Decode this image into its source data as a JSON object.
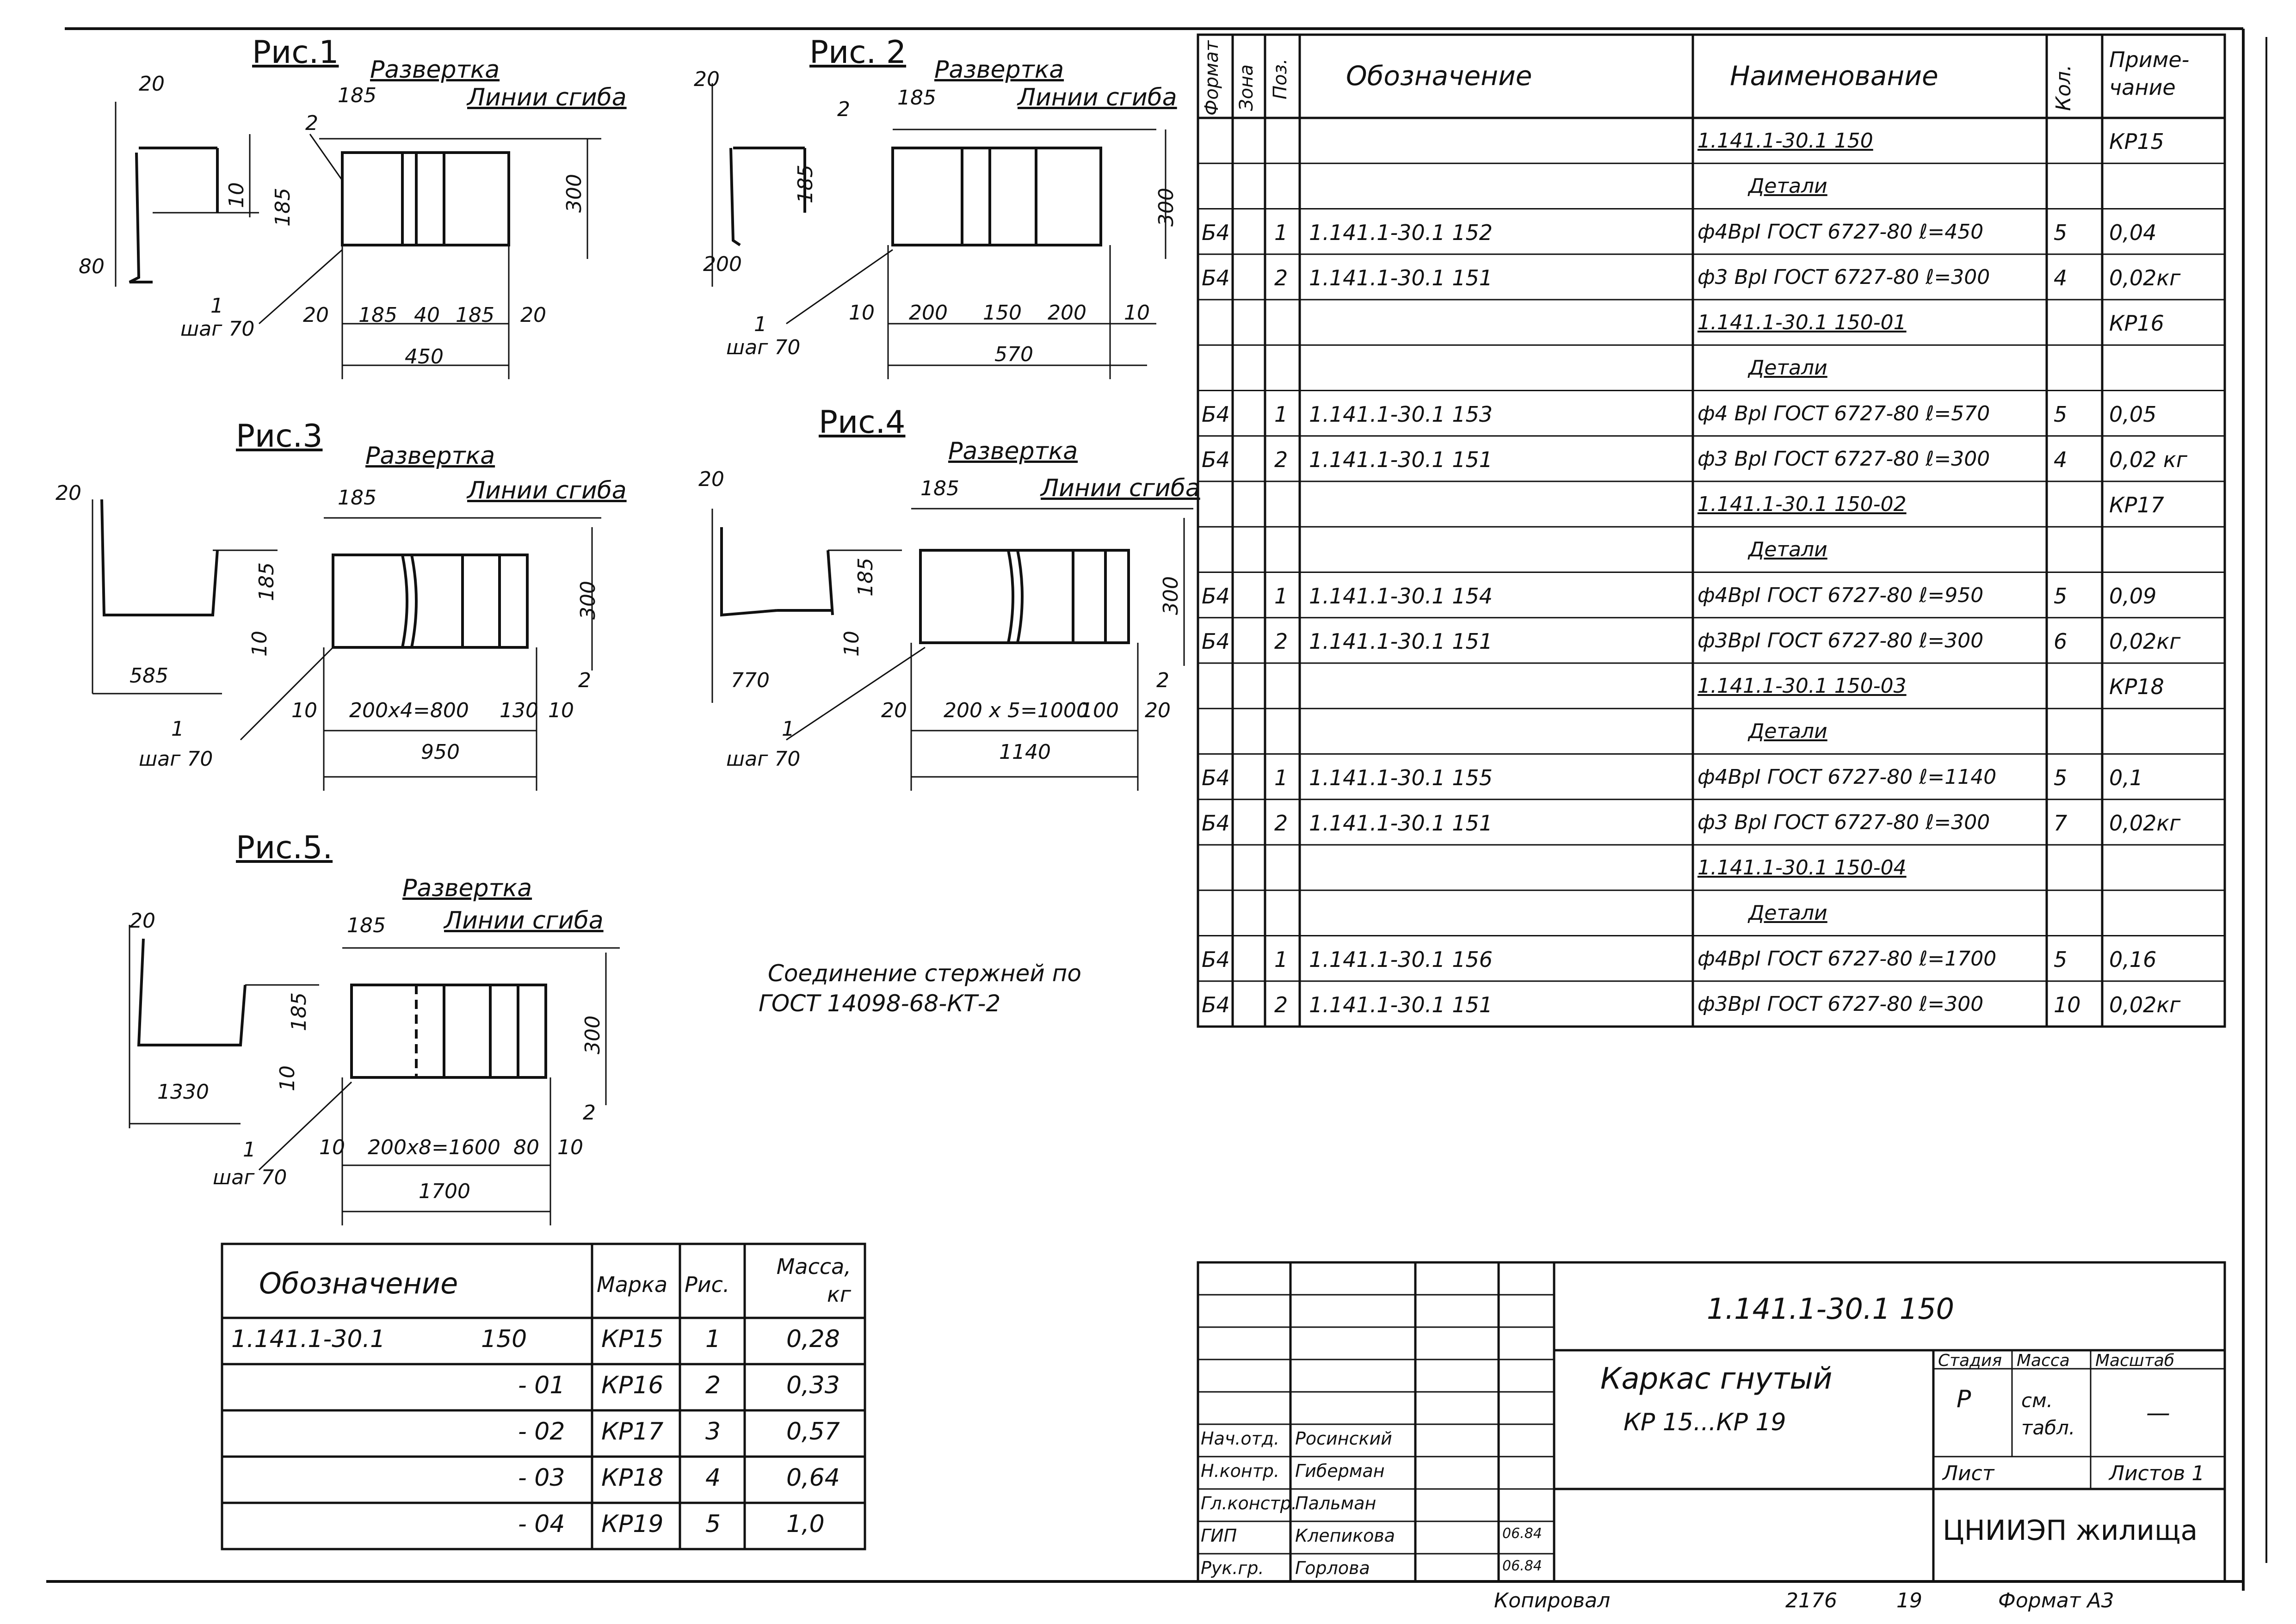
{
  "figures": [
    {
      "title": "Рис.1",
      "razvertka": "Развертка",
      "linii": "Линии сгиба",
      "dims": [
        "20",
        "185",
        "80",
        "10",
        "185",
        "300",
        "2",
        "1",
        "шаг 70",
        "20",
        "185",
        "40",
        "185",
        "20",
        "450"
      ]
    },
    {
      "title": "Рис. 2",
      "razvertka": "Развертка",
      "linii": "Линии сгиба",
      "dims": [
        "20",
        "185",
        "2",
        "200",
        "185",
        "300",
        "1",
        "шаг 70",
        "10",
        "200",
        "150",
        "200",
        "10",
        "570"
      ]
    },
    {
      "title": "Рис.3",
      "razvertka": "Развертка",
      "linii": "Линии сгиба",
      "dims": [
        "20",
        "185",
        "185",
        "300",
        "10",
        "585",
        "1",
        "шаг 70",
        "2",
        "10",
        "200x4=800",
        "130",
        "10",
        "950"
      ]
    },
    {
      "title": "Рис.4",
      "razvertka": "Развертка",
      "linii": "Линии сгиба",
      "dims": [
        "20",
        "185",
        "185",
        "300",
        "10",
        "770",
        "1",
        "шаг 70",
        "2",
        "20",
        "200 x 5=1000",
        "100",
        "20",
        "1140"
      ]
    },
    {
      "title": "Рис.5.",
      "razvertka": "Развертка",
      "linii": "Линии сгиба",
      "dims": [
        "20",
        "185",
        "185",
        "300",
        "10",
        "1330",
        "1",
        "шаг 70",
        "2",
        "10",
        "200x8=1600",
        "80",
        "10",
        "1700"
      ]
    }
  ],
  "note": [
    "Соединение стержней по",
    "ГОСТ 14098-68-КТ-2"
  ],
  "spec": {
    "headers": {
      "format": "Формат",
      "zona": "Зона",
      "poz": "Поз.",
      "oboz": "Обозначение",
      "naim": "Наименование",
      "kol": "Кол.",
      "prim": "Приме-чание"
    },
    "rows": [
      {
        "f": "",
        "poz": "",
        "oboz": "",
        "naim": "1.141.1-30.1   150",
        "kol": "",
        "prim": "КР15",
        "ul": true
      },
      {
        "f": "",
        "poz": "",
        "oboz": "",
        "naim": "Детали",
        "kol": "",
        "prim": "",
        "ul": true,
        "center": true
      },
      {
        "f": "Б4",
        "poz": "1",
        "oboz": "1.141.1-30.1  152",
        "naim": "ф4ВрI ГОСТ 6727-80 ℓ=450",
        "kol": "5",
        "prim": "0,04"
      },
      {
        "f": "Б4",
        "poz": "2",
        "oboz": "1.141.1-30.1  151",
        "naim": "ф3 ВрI ГОСТ 6727-80 ℓ=300",
        "kol": "4",
        "prim": "0,02кг"
      },
      {
        "f": "",
        "poz": "",
        "oboz": "",
        "naim": "1.141.1-30.1    150-01",
        "kol": "",
        "prim": "КР16",
        "ul": true
      },
      {
        "f": "",
        "poz": "",
        "oboz": "",
        "naim": "Детали",
        "kol": "",
        "prim": "",
        "ul": true,
        "center": true
      },
      {
        "f": "Б4",
        "poz": "1",
        "oboz": "1.141.1-30.1  153",
        "naim": "ф4 ВрI ГОСТ 6727-80 ℓ=570",
        "kol": "5",
        "prim": "0,05"
      },
      {
        "f": "Б4",
        "poz": "2",
        "oboz": "1.141.1-30.1  151",
        "naim": "ф3 ВрI ГОСТ 6727-80  ℓ=300",
        "kol": "4",
        "prim": "0,02 кг"
      },
      {
        "f": "",
        "poz": "",
        "oboz": "",
        "naim": "1.141.1-30.1   150-02",
        "kol": "",
        "prim": "КР17",
        "ul": true
      },
      {
        "f": "",
        "poz": "",
        "oboz": "",
        "naim": "Детали",
        "kol": "",
        "prim": "",
        "ul": true,
        "center": true
      },
      {
        "f": "Б4",
        "poz": "1",
        "oboz": "1.141.1-30.1  154",
        "naim": "ф4ВрI ГОСТ 6727-80 ℓ=950",
        "kol": "5",
        "prim": "0,09"
      },
      {
        "f": "Б4",
        "poz": "2",
        "oboz": "1.141.1-30.1  151",
        "naim": "ф3ВрI ГОСТ 6727-80 ℓ=300",
        "kol": "6",
        "prim": "0,02кг"
      },
      {
        "f": "",
        "poz": "",
        "oboz": "",
        "naim": "1.141.1-30.1   150-03",
        "kol": "",
        "prim": "КР18",
        "ul": true
      },
      {
        "f": "",
        "poz": "",
        "oboz": "",
        "naim": "Детали",
        "kol": "",
        "prim": "",
        "ul": true,
        "center": true
      },
      {
        "f": "Б4",
        "poz": "1",
        "oboz": "1.141.1-30.1  155",
        "naim": "ф4ВрI ГОСТ 6727-80 ℓ=1140",
        "kol": "5",
        "prim": "0,1"
      },
      {
        "f": "Б4",
        "poz": "2",
        "oboz": "1.141.1-30.1  151",
        "naim": "ф3 ВрI ГОСТ 6727-80 ℓ=300",
        "kol": "7",
        "prim": "0,02кг"
      },
      {
        "f": "",
        "poz": "",
        "oboz": "",
        "naim": "1.141.1-30.1   150-04",
        "kol": "",
        "prim": "",
        "ul": true
      },
      {
        "f": "",
        "poz": "",
        "oboz": "",
        "naim": "Детали",
        "kol": "",
        "prim": "",
        "ul": true,
        "center": true
      },
      {
        "f": "Б4",
        "poz": "1",
        "oboz": "1.141.1-30.1  156",
        "naim": "ф4ВрI ГОСТ 6727-80 ℓ=1700",
        "kol": "5",
        "prim": "0,16"
      },
      {
        "f": "Б4",
        "poz": "2",
        "oboz": "1.141.1-30.1  151",
        "naim": "ф3ВрI ГОСТ 6727-80 ℓ=300",
        "kol": "10",
        "prim": "0,02кг"
      }
    ]
  },
  "mass_table": {
    "headers": {
      "oboz": "Обозначение",
      "marka": "Марка",
      "ris": "Рис.",
      "massa": "Масса, кг"
    },
    "rows": [
      {
        "oboz": "1.141.1-30.1",
        "isp": "150",
        "marka": "КР15",
        "ris": "1",
        "massa": "0,28"
      },
      {
        "oboz": "",
        "isp": "- 01",
        "marka": "КР16",
        "ris": "2",
        "massa": "0,33"
      },
      {
        "oboz": "",
        "isp": "- 02",
        "marka": "КР17",
        "ris": "3",
        "massa": "0,57"
      },
      {
        "oboz": "",
        "isp": "- 03",
        "marka": "КР18",
        "ris": "4",
        "massa": "0,64"
      },
      {
        "oboz": "",
        "isp": "- 04",
        "marka": "КР19",
        "ris": "5",
        "massa": "1,0"
      }
    ]
  },
  "title_block": {
    "designation": "1.141.1-30.1   150",
    "name_line1": "Каркас гнутый",
    "name_line2": "КР 15...КР 19",
    "stadia_label": "Стадия",
    "massa_label": "Масса",
    "masshtab_label": "Масштаб",
    "stadia": "Р",
    "massa": "см. табл.",
    "masshtab": "—",
    "list_label": "Лист",
    "listov_label": "Листов 1",
    "org": "ЦНИИЭП жилища",
    "roles": [
      "Нач.отд.",
      "Н.контр.",
      "Гл.констр.",
      "ГИП",
      "Рук.гр."
    ],
    "names": [
      "Росинский",
      "Гиберман",
      "Пальман",
      "Клепикова",
      "Горлова"
    ],
    "dates": [
      "",
      "",
      "",
      "06.84",
      "06.84"
    ]
  },
  "bottom": {
    "kopiroval": "Копировал",
    "num": "2176",
    "n19": "19",
    "format": "Формат А3"
  }
}
